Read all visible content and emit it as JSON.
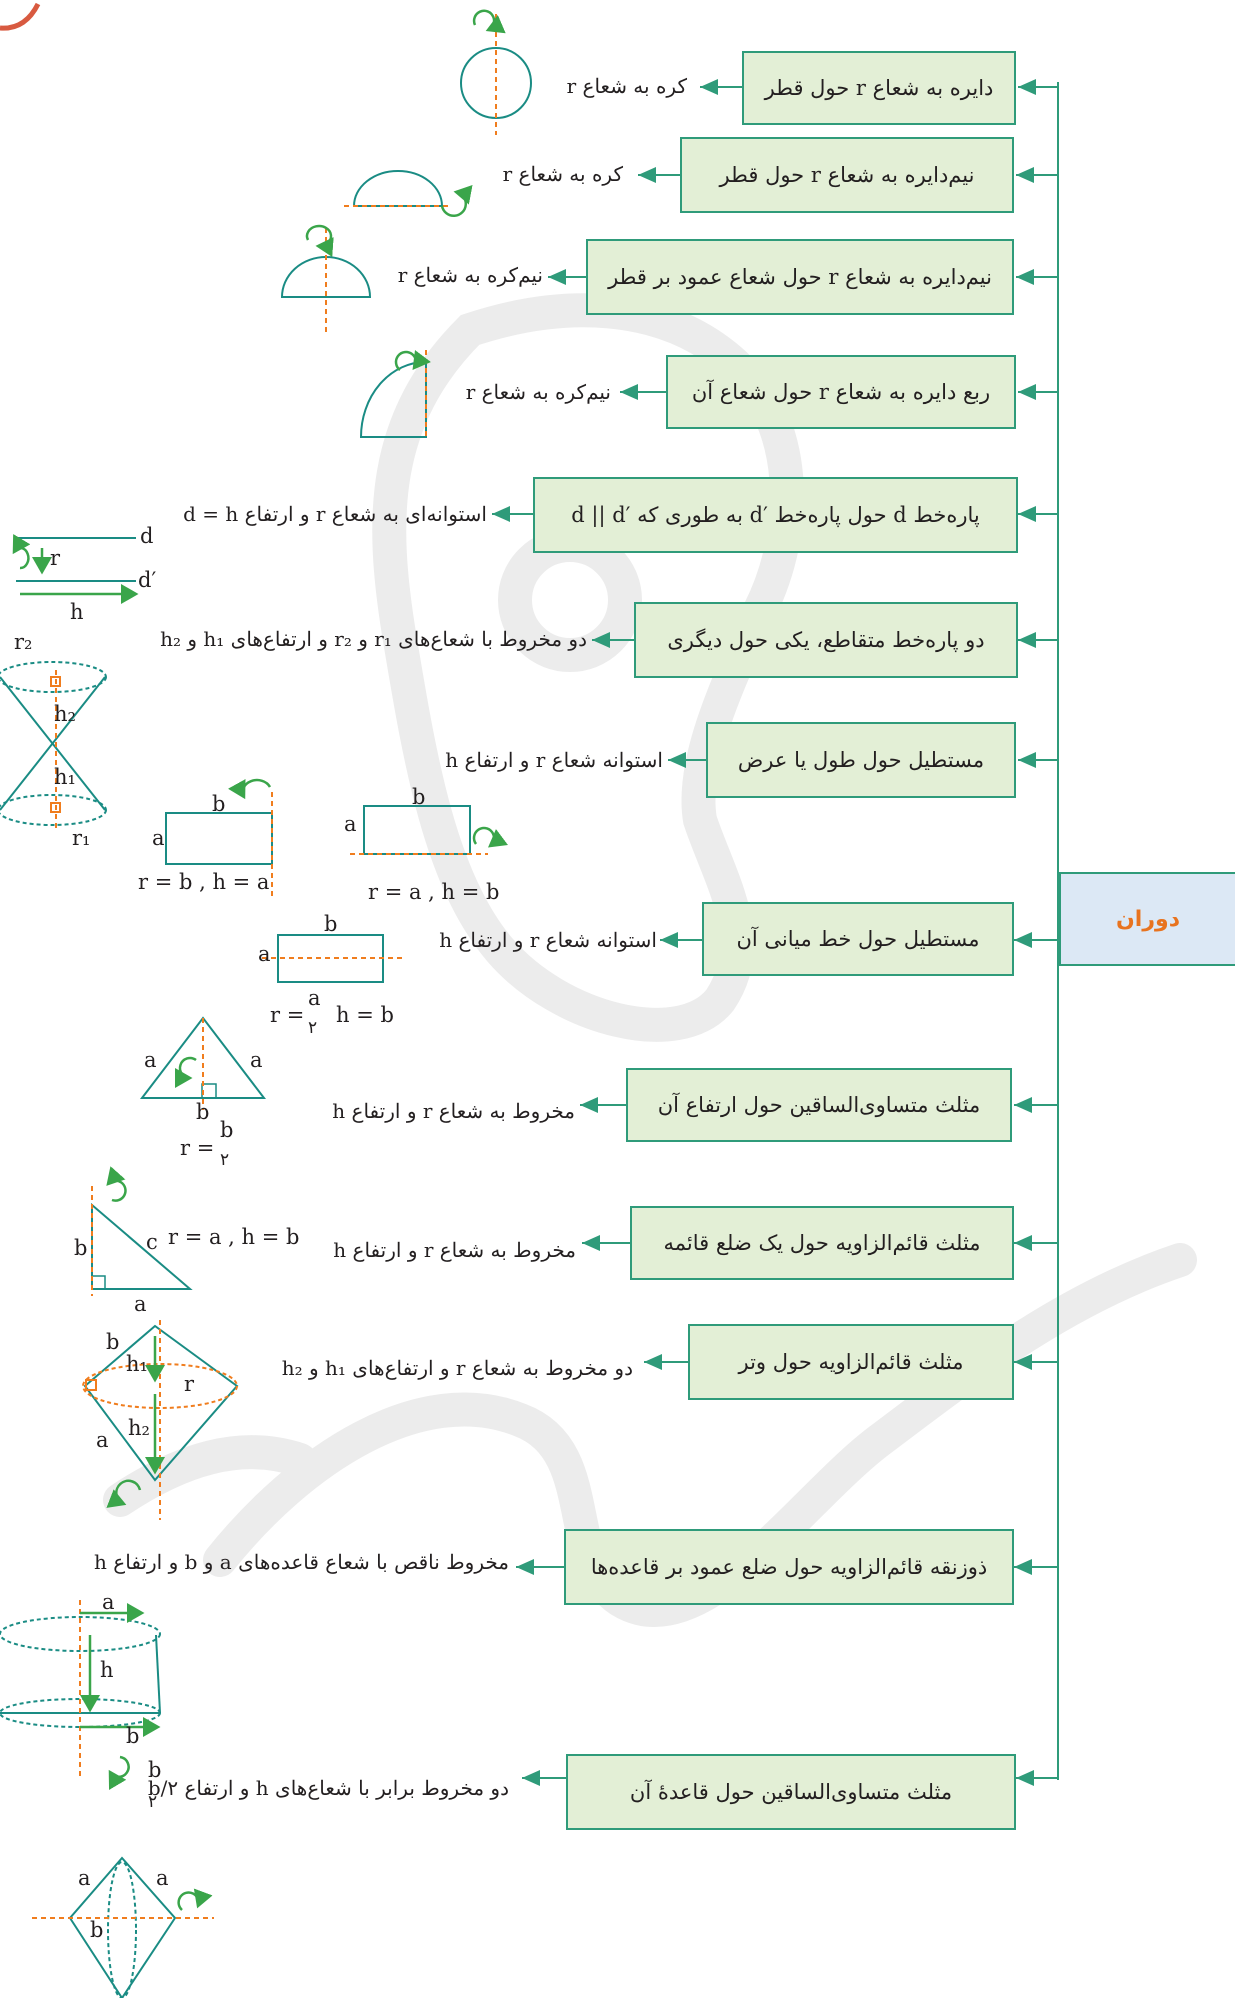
{
  "root": {
    "label": "دوران"
  },
  "branches": [
    {
      "rule": "دایره به شعاع r حول قطر",
      "result": "کره به شعاع r"
    },
    {
      "rule": "نیم‌دایره به شعاع r حول قطر",
      "result": "کره به شعاع r"
    },
    {
      "rule": "نیم‌دایره به شعاع r حول شعاع عمود بر قطر",
      "result": "نیم‌کره به شعاع r"
    },
    {
      "rule": "ربع دایره به شعاع r حول شعاع آن",
      "result": "نیم‌کره به شعاع r"
    },
    {
      "rule": "پاره‌خط d حول پاره‌خط ′d به طوری که ′d || d",
      "result": "استوانه‌ای به شعاع r و ارتفاع d = h"
    },
    {
      "rule": "دو پاره‌خط متقاطع، یکی حول دیگری",
      "result": "دو مخروط با شعاع‌های r₁ و r₂ و ارتفاع‌های h₁ و h₂"
    },
    {
      "rule": "مستطیل حول طول یا عرض",
      "result": "استوانه شعاع r و ارتفاع h"
    },
    {
      "rule": "مستطیل حول خط میانی آن",
      "result": "استوانه شعاع r و ارتفاع h"
    },
    {
      "rule": "مثلث متساوی‌الساقین حول ارتفاع آن",
      "result": "مخروط به شعاع r و ارتفاع h"
    },
    {
      "rule": "مثلث قائم‌الزاویه حول یک ضلع قائمه",
      "result": "مخروط به شعاع r و ارتفاع h"
    },
    {
      "rule": "مثلث قائم‌الزاویه حول وتر",
      "result": "دو مخروط به شعاع r و ارتفاع‌های h₁ و h₂"
    },
    {
      "rule": "ذوزنقه قائم‌الزاویه حول ضلع عمود بر قاعده‌ها",
      "result": "مخروط ناقص با شعاع قاعده‌های a و b و ارتفاع h"
    },
    {
      "rule": "مثلث متساوی‌الساقین حول قاعدهٔ آن",
      "result": "دو مخروط برابر با شعاع‌های h و ارتفاع b/۲"
    }
  ],
  "figure_labels": {
    "d": "d",
    "d_prime": "d′",
    "r": "r",
    "h": "h",
    "r2": "r₂",
    "r1": "r₁",
    "h1": "h₁",
    "h2": "h₂",
    "a": "a",
    "b": "b",
    "c": "c",
    "rect1_eq": "r = b , h = a",
    "rect2_eq": "r = a , h = b",
    "mid_r": "r =",
    "mid_frac_num": "a",
    "mid_frac_den": "۲",
    "mid_h": "h = b",
    "iso_r": "r =",
    "iso_frac_num": "b",
    "iso_frac_den": "۲",
    "right_eq": "r = a , h = b",
    "last_frac_num": "b",
    "last_frac_den": "۲"
  },
  "colors": {
    "accent": "#2f9b7a",
    "box_fill": "#e3efd6",
    "root_fill": "#dce8f5",
    "root_text": "#e8731f",
    "axis": "#f07d1e",
    "arrow_green": "#3aa54a",
    "fig_stroke": "#1a8c84"
  }
}
